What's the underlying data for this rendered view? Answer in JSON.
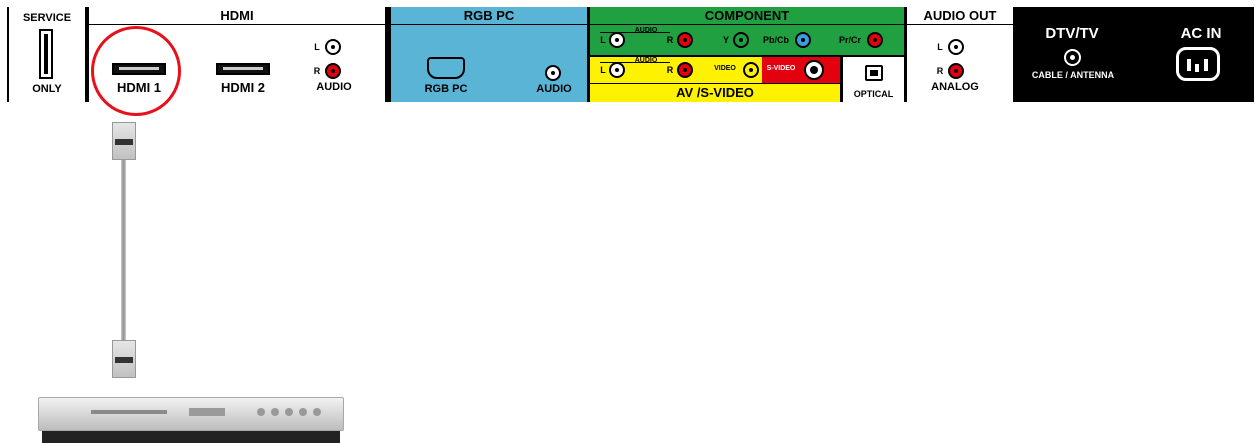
{
  "service": {
    "title": "SERVICE",
    "bottom": "ONLY"
  },
  "hdmi": {
    "title": "HDMI",
    "port1": "HDMI 1",
    "port2": "HDMI 2",
    "l": "L",
    "r": "R",
    "audio": "AUDIO"
  },
  "rgb": {
    "title": "RGB  PC",
    "port": "RGB PC",
    "audio": "AUDIO"
  },
  "component": {
    "title": "COMPONENT",
    "l": "L",
    "audio": "AUDIO",
    "r": "R",
    "y": "Y",
    "pb": "Pb/Cb",
    "pr": "Pr/Cr"
  },
  "av": {
    "l": "L",
    "audio": "AUDIO",
    "r": "R",
    "video": "VIDEO",
    "svideo": "S-VIDEO",
    "title": "AV /S-VIDEO"
  },
  "optical": {
    "label": "OPTICAL"
  },
  "audio_out": {
    "title": "AUDIO  OUT",
    "l": "L",
    "r": "R",
    "analog": "ANALOG"
  },
  "dtv": {
    "title": "DTV/TV",
    "sub": "CABLE / ANTENNA"
  },
  "ac": {
    "title": "AC  IN"
  },
  "colors": {
    "rgb_blue": "#5ab4d6",
    "component_green": "#20a040",
    "av_yellow": "#fff200",
    "svideo_red": "#e3000f",
    "highlight_red": "#e8101a"
  }
}
